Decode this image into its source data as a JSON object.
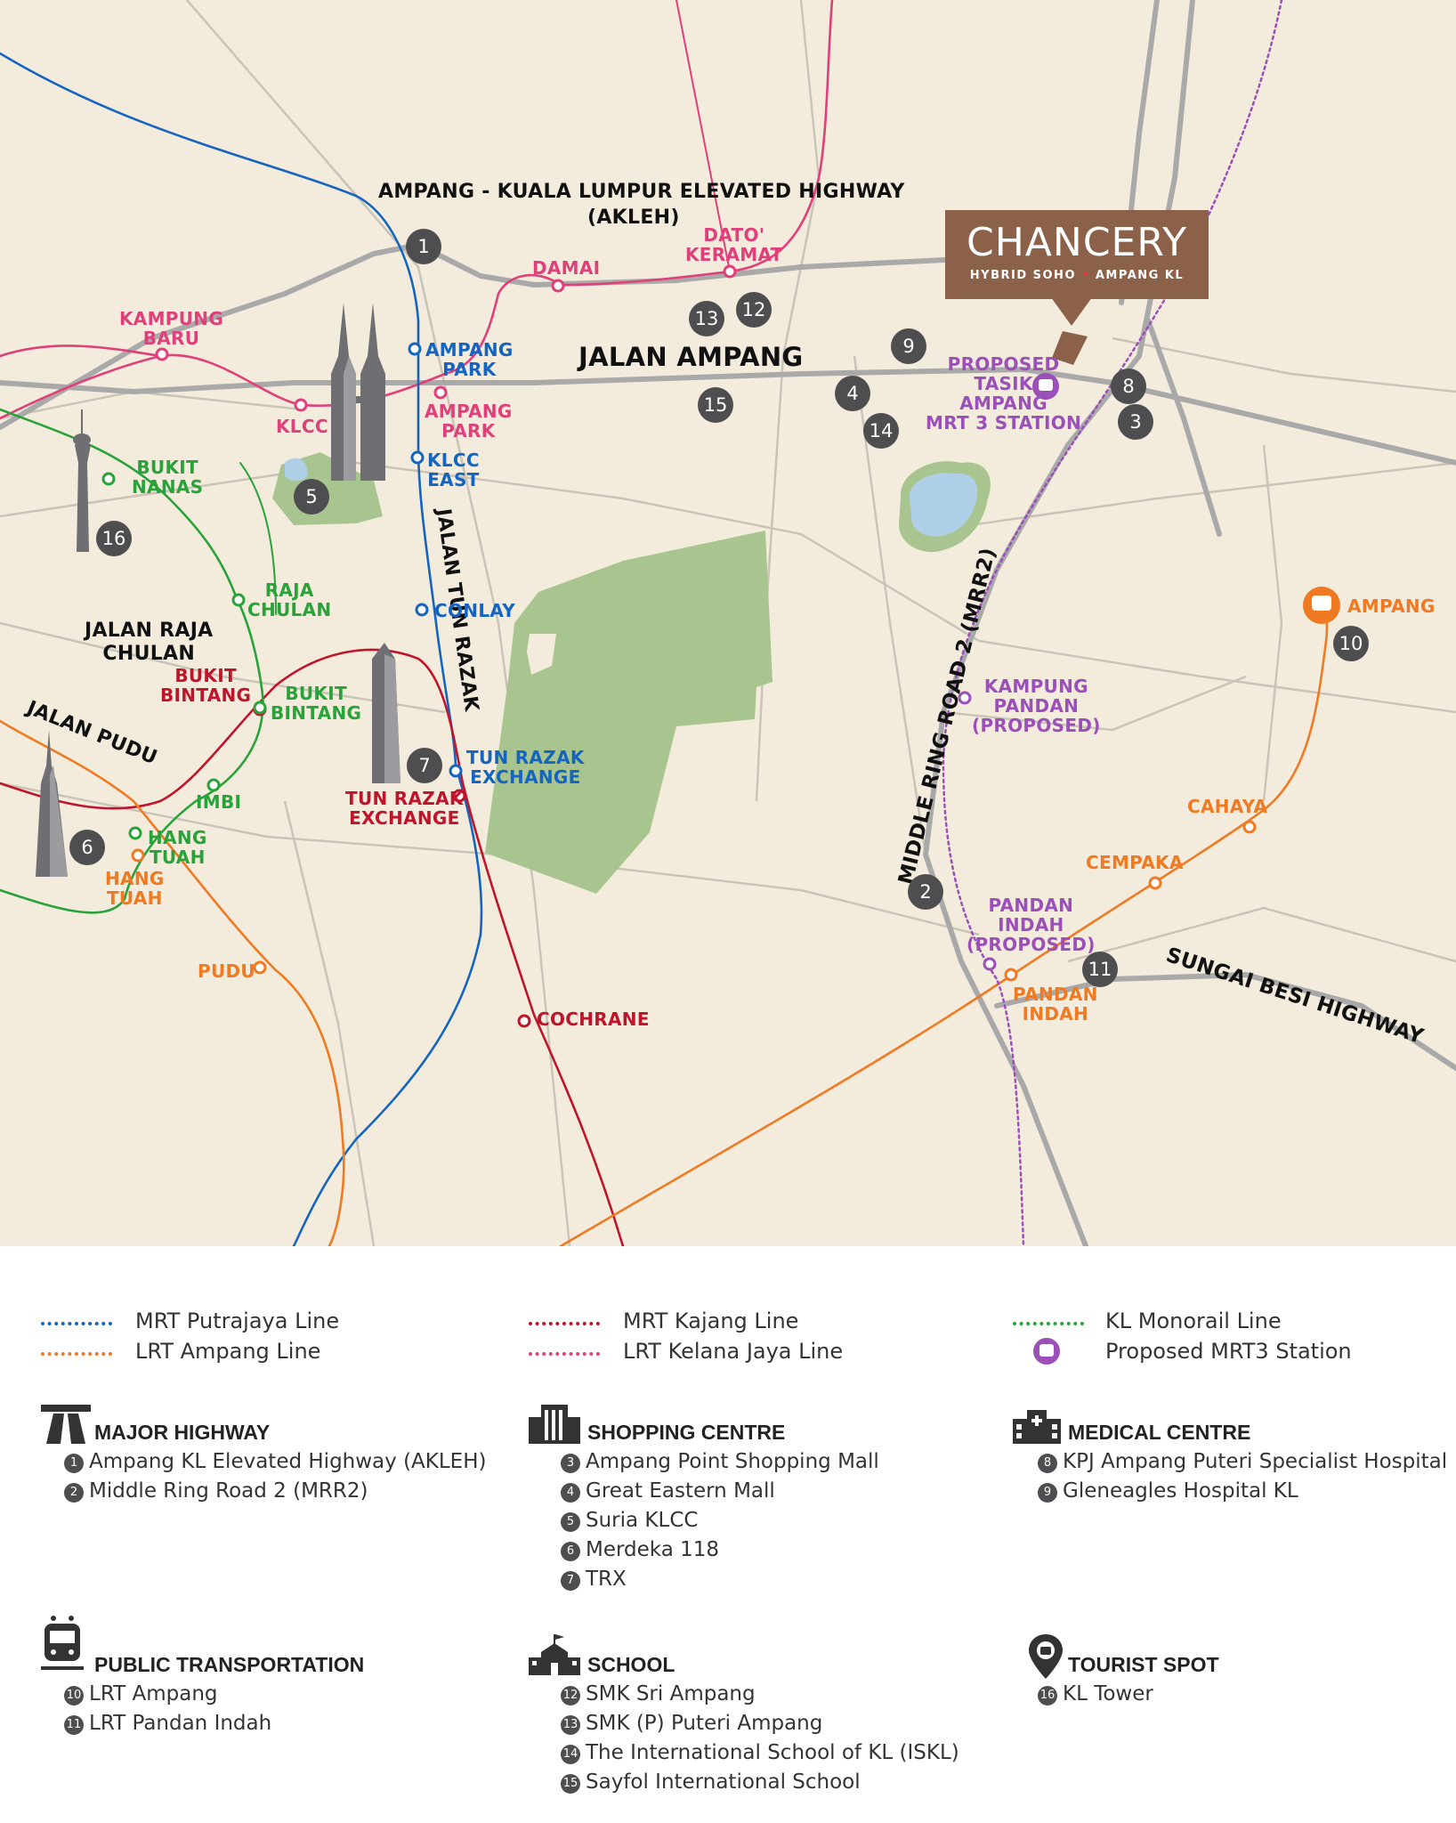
{
  "brand": {
    "title": "CHANCERY",
    "subtitle_left": "HYBRID SOHO",
    "subtitle_right": "AMPANG KL",
    "color": "#8b6149"
  },
  "roads": {
    "akleh": "AMPANG - KUALA LUMPUR ELEVATED HIGHWAY",
    "akleh2": "(AKLEH)",
    "jalan_ampang": "JALAN AMPANG",
    "jalan_tun_razak": "JALAN TUN RAZAK",
    "jalan_raja_chulan": "JALAN RAJA\nCHULAN",
    "jalan_pudu": "JALAN PUDU",
    "mrr2": "MIDDLE RING ROAD 2 (MRR2)",
    "sungai_besi": "SUNGAI BESI HIGHWAY"
  },
  "stations": {
    "kampung_baru": "KAMPUNG\nBARU",
    "klcc": "KLCC",
    "damai": "DAMAI",
    "dato_keramat": "DATO'\nKERAMAT",
    "ampang_park_blue": "AMPANG\nPARK",
    "ampang_park_pink": "AMPANG\nPARK",
    "klcc_east": "KLCC\nEAST",
    "conlay": "CONLAY",
    "tun_razak_blue": "TUN RAZAK\nEXCHANGE",
    "tun_razak_red": "TUN RAZAK\nEXCHANGE",
    "cochrane": "COCHRANE",
    "bukit_nanas": "BUKIT\nNANAS",
    "raja_chulan": "RAJA\nCHULAN",
    "bukit_bintang_green": "BUKIT\nBINTANG",
    "bukit_bintang_red": "BUKIT\nBINTANG",
    "imbi": "IMBI",
    "hang_tuah_green": "HANG\nTUAH",
    "hang_tuah_orange": "HANG\nTUAH",
    "pudu": "PUDU",
    "ampang": "AMPANG",
    "cahaya": "CAHAYA",
    "cempaka": "CEMPAKA",
    "pandan_indah": "PANDAN\nINDAH",
    "pandan_indah_proposed": "PANDAN\nINDAH\n(PROPOSED)",
    "kampung_pandan": "KAMPUNG\nPANDAN\n(PROPOSED)",
    "tasik_ampang": "PROPOSED\nTASIK\nAMPANG\nMRT 3 STATION"
  },
  "markers": [
    "1",
    "2",
    "3",
    "4",
    "5",
    "6",
    "7",
    "8",
    "9",
    "10",
    "11",
    "12",
    "13",
    "14",
    "15",
    "16"
  ],
  "legend": {
    "lines": [
      {
        "label": "MRT Putrajaya Line",
        "color": "#1565c0"
      },
      {
        "label": "LRT Ampang Line",
        "color": "#ef7a22"
      },
      {
        "label": "MRT Kajang Line",
        "color": "#c0142a"
      },
      {
        "label": "LRT Kelana Jaya Line",
        "color": "#e0407a"
      },
      {
        "label": "KL Monorail Line",
        "color": "#29a339"
      },
      {
        "label": "Proposed MRT3 Station",
        "color": "#9b4fb8"
      }
    ],
    "categories": {
      "highway": {
        "title": "MAJOR HIGHWAY",
        "items": [
          {
            "n": "1",
            "t": "Ampang KL Elevated Highway (AKLEH)"
          },
          {
            "n": "2",
            "t": "Middle Ring Road 2 (MRR2)"
          }
        ]
      },
      "shopping": {
        "title": "SHOPPING CENTRE",
        "items": [
          {
            "n": "3",
            "t": "Ampang Point Shopping Mall"
          },
          {
            "n": "4",
            "t": "Great Eastern Mall"
          },
          {
            "n": "5",
            "t": "Suria KLCC"
          },
          {
            "n": "6",
            "t": "Merdeka 118"
          },
          {
            "n": "7",
            "t": "TRX"
          }
        ]
      },
      "medical": {
        "title": "MEDICAL CENTRE",
        "items": [
          {
            "n": "8",
            "t": "KPJ Ampang Puteri Specialist Hospital"
          },
          {
            "n": "9",
            "t": "Gleneagles Hospital KL"
          }
        ]
      },
      "transport": {
        "title": "PUBLIC TRANSPORTATION",
        "items": [
          {
            "n": "10",
            "t": "LRT Ampang"
          },
          {
            "n": "11",
            "t": "LRT Pandan Indah"
          }
        ]
      },
      "school": {
        "title": "SCHOOL",
        "items": [
          {
            "n": "12",
            "t": "SMK Sri Ampang"
          },
          {
            "n": "13",
            "t": "SMK (P) Puteri Ampang"
          },
          {
            "n": "14",
            "t": "The International School of KL (ISKL)"
          },
          {
            "n": "15",
            "t": "Sayfol International School"
          }
        ]
      },
      "tourist": {
        "title": "TOURIST SPOT",
        "items": [
          {
            "n": "16",
            "t": "KL Tower"
          }
        ]
      }
    }
  }
}
